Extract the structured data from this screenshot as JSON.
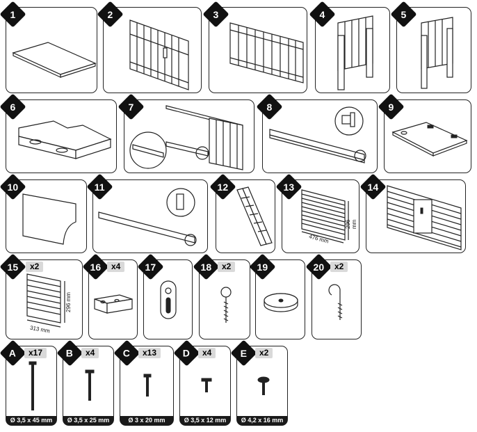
{
  "parts": [
    {
      "id": "1"
    },
    {
      "id": "2"
    },
    {
      "id": "3"
    },
    {
      "id": "4"
    },
    {
      "id": "5"
    },
    {
      "id": "6"
    },
    {
      "id": "7"
    },
    {
      "id": "8"
    },
    {
      "id": "9"
    },
    {
      "id": "10"
    },
    {
      "id": "11"
    },
    {
      "id": "12"
    },
    {
      "id": "13",
      "dims": [
        "476 mm",
        "296 mm"
      ]
    },
    {
      "id": "14"
    },
    {
      "id": "15",
      "qty": "x2",
      "dims": [
        "313 mm",
        "296 mm"
      ]
    },
    {
      "id": "16",
      "qty": "x4"
    },
    {
      "id": "17"
    },
    {
      "id": "18",
      "qty": "x2"
    },
    {
      "id": "19"
    },
    {
      "id": "20",
      "qty": "x2"
    }
  ],
  "screws": [
    {
      "id": "A",
      "qty": "x17",
      "size": "Ø 3,5 x 45 mm"
    },
    {
      "id": "B",
      "qty": "x4",
      "size": "Ø 3,5 x 25 mm"
    },
    {
      "id": "C",
      "qty": "x13",
      "size": "Ø 3 x 20 mm"
    },
    {
      "id": "D",
      "qty": "x4",
      "size": "Ø 3,5 x 12 mm"
    },
    {
      "id": "E",
      "qty": "x2",
      "size": "Ø 4,2 x 16 mm"
    }
  ]
}
